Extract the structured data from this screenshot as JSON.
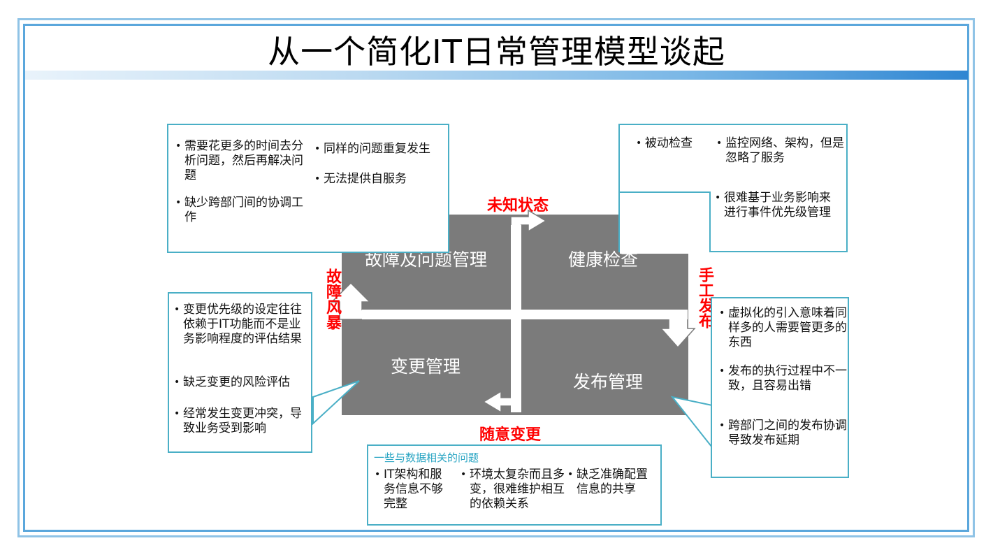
{
  "title": "从一个简化IT日常管理模型谈起",
  "quadrants": {
    "top_left": "故障及问题管理",
    "top_right": "健康检查",
    "bottom_left": "变更管理",
    "bottom_right": "发布管理"
  },
  "arrow_labels": {
    "top": "未知状态",
    "right": "手工发布",
    "bottom": "随意变更",
    "left": "故障风暴"
  },
  "callouts": {
    "top_left": {
      "items": [
        "需要花更多的时间去分析问题，然后再解决问题",
        "缺少跨部门间的协调工作",
        "同样的问题重复发生",
        "无法提供自服务"
      ]
    },
    "top_right": {
      "items": [
        "被动检查",
        "监控网络、架构，但是忽略了服务",
        "很难基于业务影响来进行事件优先级管理"
      ]
    },
    "bottom_left": {
      "items": [
        "变更优先级的设定往往依赖于IT功能而不是业务影响程度的评估结果",
        "缺乏变更的风险评估",
        "经常发生变更冲突，导致业务受到影响"
      ]
    },
    "bottom_right": {
      "items": [
        "虚拟化的引入意味着同样多的人需要管更多的东西",
        "发布的执行过程中不一致，且容易出错",
        "跨部门之间的发布协调导致发布延期"
      ]
    },
    "bottom": {
      "heading": "一些与数据相关的问题",
      "items": [
        "IT架构和服务信息不够完整",
        "环境太复杂而且多变，很难维护相互的依赖关系",
        "缺乏准确配置信息的共享"
      ]
    }
  },
  "colors": {
    "frame": "#5ba7dc",
    "callout_border": "#4aafc6",
    "center_box": "#7b7b7b",
    "arrow_label": "#ff0000"
  }
}
